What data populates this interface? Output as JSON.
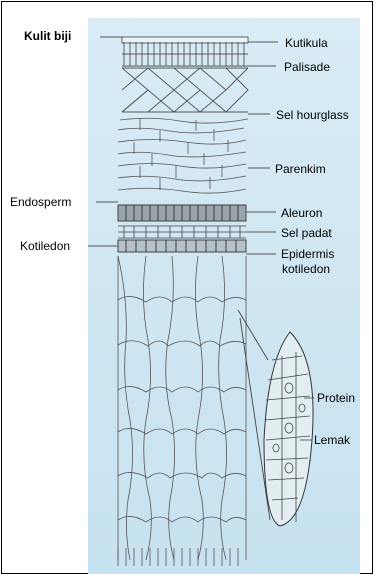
{
  "labels": {
    "kulit_biji": "Kulit biji",
    "endosperm": "Endosperm",
    "kotiledon": "Kotiledon",
    "kutikula": "Kutikula",
    "palisade": "Palisade",
    "sel_hourglass": "Sel hourglass",
    "parenkim": "Parenkim",
    "aleuron": "Aleuron",
    "sel_padat": "Sel padat",
    "epidermis_line1": "Epidermis",
    "epidermis_line2": "kotiledon",
    "protein": "Protein",
    "lemak": "Lemak"
  },
  "colors": {
    "panel": "#cfe6f2",
    "ink": "#5a5a5a"
  }
}
